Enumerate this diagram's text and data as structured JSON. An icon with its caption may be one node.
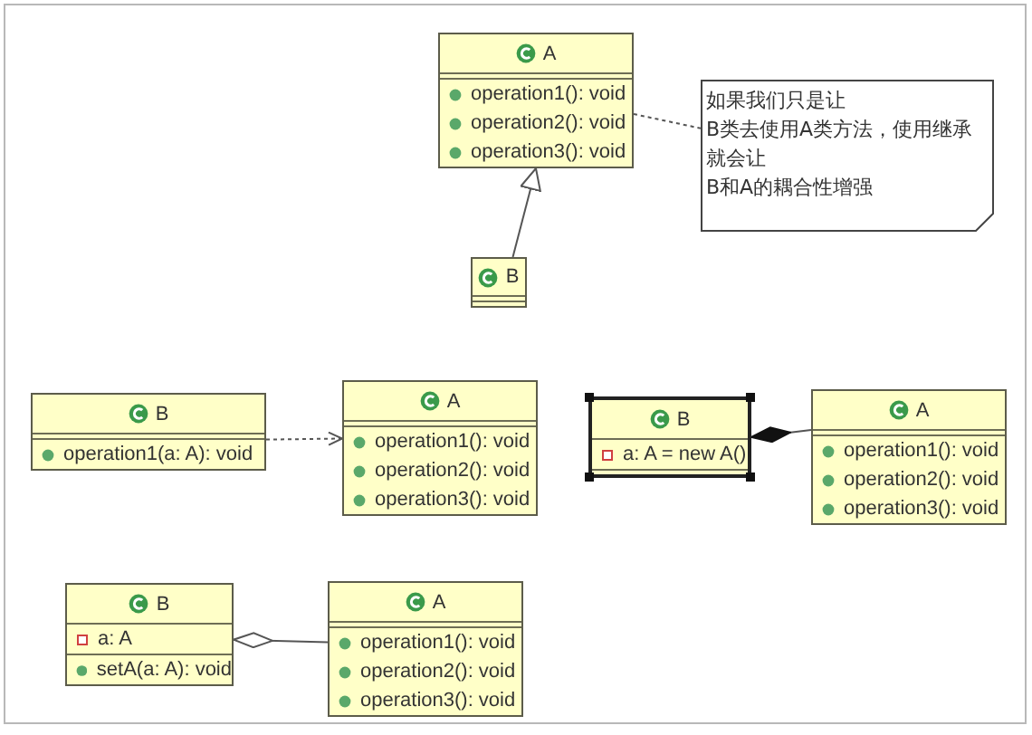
{
  "diagram": {
    "nodes": [
      {
        "text": [
          "A",
          "operation1(): void",
          "operation2(): void",
          "operation3(): void"
        ]
      },
      {
        "text": [
          "如果我们只是让",
          "B类去使用A类方法，使用继承",
          "就会让",
          "B和A的耦合性增强"
        ]
      },
      {
        "text": [
          "B"
        ]
      },
      {
        "text": [
          "B",
          "operation1(a: A): void"
        ]
      },
      {
        "text": [
          "A",
          "operation1(): void",
          "operation2(): void",
          "operation3(): void"
        ]
      },
      {
        "text": [
          "B",
          "a: A = new A()"
        ]
      },
      {
        "text": [
          "A",
          "operation1(): void",
          "operation2(): void",
          "operation3(): void"
        ]
      },
      {
        "text": [
          "B",
          "a: A",
          "setA(a: A): void"
        ]
      },
      {
        "text": [
          "A",
          "operation1(): void",
          "operation2(): void",
          "operation3(): void"
        ]
      }
    ],
    "edges": [
      {
        "from": 2,
        "to": 0,
        "arrow": "to"
      },
      {
        "from": 0,
        "to": 1,
        "arrow": "none",
        "style": "dashed"
      },
      {
        "from": 3,
        "to": 4,
        "arrow": "to",
        "style": "dashed"
      },
      {
        "from": 6,
        "to": 5,
        "arrow": "other"
      },
      {
        "from": 8,
        "to": 7,
        "arrow": "other"
      }
    ]
  }
}
